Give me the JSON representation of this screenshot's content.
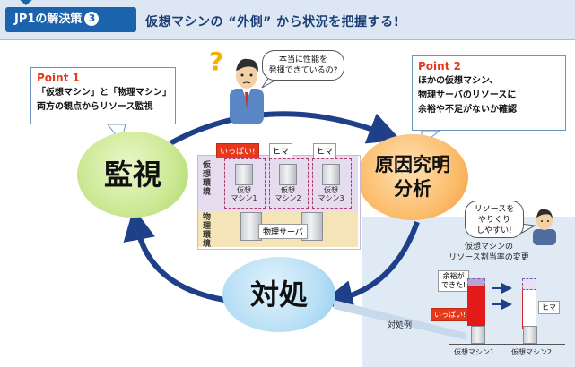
{
  "header": {
    "badge_text": "JP1の解決策",
    "badge_num": "3",
    "title": "仮想マシンの “外側” から状況を把握する!"
  },
  "point1": {
    "title": "Point 1",
    "lines": [
      "「仮想マシン」と「物理マシン」",
      "両方の観点からリソース監視"
    ]
  },
  "point2": {
    "title": "Point 2",
    "lines": [
      "ほかの仮想マシン、",
      "物理サーバのリソースに",
      "余裕や不足がないか確認"
    ]
  },
  "cycle": {
    "monitor": "監視",
    "cause_line1": "原因究明",
    "cause_line2": "分析",
    "action": "対処"
  },
  "bubble_top": {
    "line1": "本当に性能を",
    "line2": "発揮できているの?"
  },
  "question_mark": "?",
  "env": {
    "virtual_label": [
      "仮",
      "想",
      "環",
      "境"
    ],
    "physical_label": [
      "物",
      "理",
      "環",
      "境"
    ],
    "vm_tags": [
      "いっぱい!",
      "ヒマ",
      "ヒマ"
    ],
    "vm_names": [
      {
        "line1": "仮想",
        "line2": "マシン1"
      },
      {
        "line1": "仮想",
        "line2": "マシン2"
      },
      {
        "line1": "仮想",
        "line2": "マシン3"
      }
    ],
    "physical_server": "物理サーバ"
  },
  "action_example": "対処例",
  "resize": {
    "bubble_lines": [
      "リソースを",
      "やりくり",
      "しやすい!"
    ],
    "title_line1": "仮想マシンの",
    "title_line2": "リソース割当率の変更",
    "yoyu_line1": "余裕が",
    "yoyu_line2": "できた!",
    "ippai": "いっぱい!",
    "hima": "ヒマ",
    "vm1": "仮想マシン1",
    "vm2": "仮想マシン2"
  },
  "colors": {
    "header_blue": "#1c63ad",
    "arrow_navy": "#1f3f88",
    "point_red": "#e8381b",
    "monitor_green": "#cbe892",
    "cause_orange": "#fbbd6c",
    "action_blue": "#b8dff5"
  },
  "icons": [
    "person-icon",
    "server-icon",
    "arrow-cycle-icon"
  ]
}
